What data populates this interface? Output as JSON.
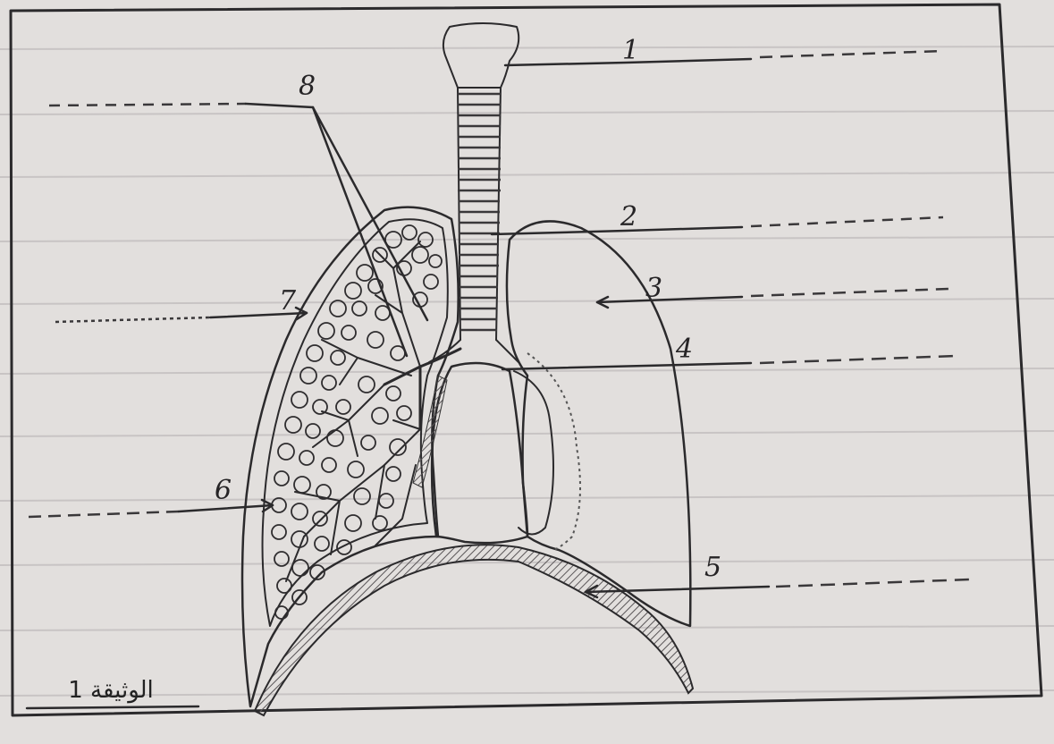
{
  "document": {
    "caption": "الوثيقة 1",
    "labels": [
      {
        "number": "1"
      },
      {
        "number": "2"
      },
      {
        "number": "3"
      },
      {
        "number": "4"
      },
      {
        "number": "5"
      },
      {
        "number": "6"
      },
      {
        "number": "7"
      },
      {
        "number": "8"
      }
    ]
  },
  "colors": {
    "paper": "#e2dfdd",
    "ink": "#2b2a2c",
    "rule": "#c6c2c2",
    "hatch": "#5a5658"
  }
}
